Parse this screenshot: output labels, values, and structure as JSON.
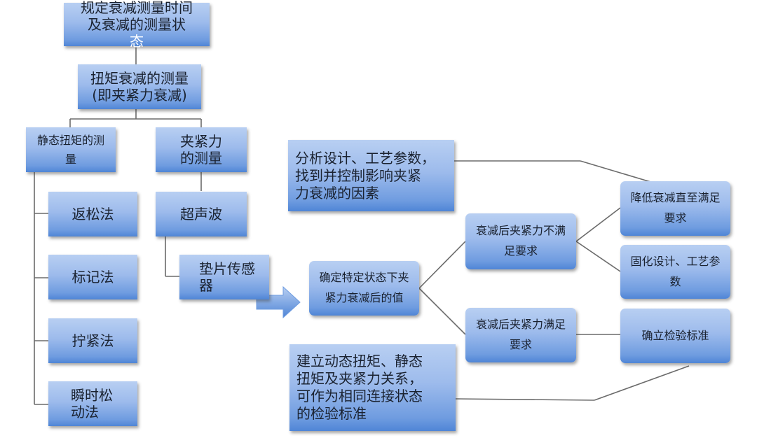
{
  "diagram": {
    "nodes": {
      "root": "规定衰减测量时间\n及衰减的测量状",
      "root_highlight": "态",
      "torque_decay": "扭矩衰减的测量\n(即夹紧力衰减)",
      "static_torque": "静态扭矩的测\n量",
      "clamp_force": "夹紧力\n的测量",
      "loosen_method": "返松法",
      "mark_method": "标记法",
      "tighten_method": "拧紧法",
      "instant_loosen_method": "瞬时松\n动法",
      "ultrasonic": "超声波",
      "washer_sensor": "垫片传感\n器",
      "determine_value": "确定特定状态下夹\n紧力衰减后的值",
      "analyze_params": "分析设计、工艺参数，\n找到并控制影响夹紧\n力衰减的因素",
      "not_meet": "衰减后夹紧力不满\n足要求",
      "meet": "衰减后夹紧力满足\n要求",
      "reduce_decay": "降低衰减直至满足\n要求",
      "solidify_params": "固化设计、工艺参\n数",
      "establish_standard": "确立检验标准",
      "establish_relation": "建立动态扭矩、静态\n扭矩及夹紧力关系，\n可作为相同连接状态\n的检验标准"
    },
    "colors": {
      "box_top": "#b8cff2",
      "box_bottom": "#4f85d6",
      "connector": "#6b6b6b",
      "highlight_text": "#ffffff"
    }
  }
}
